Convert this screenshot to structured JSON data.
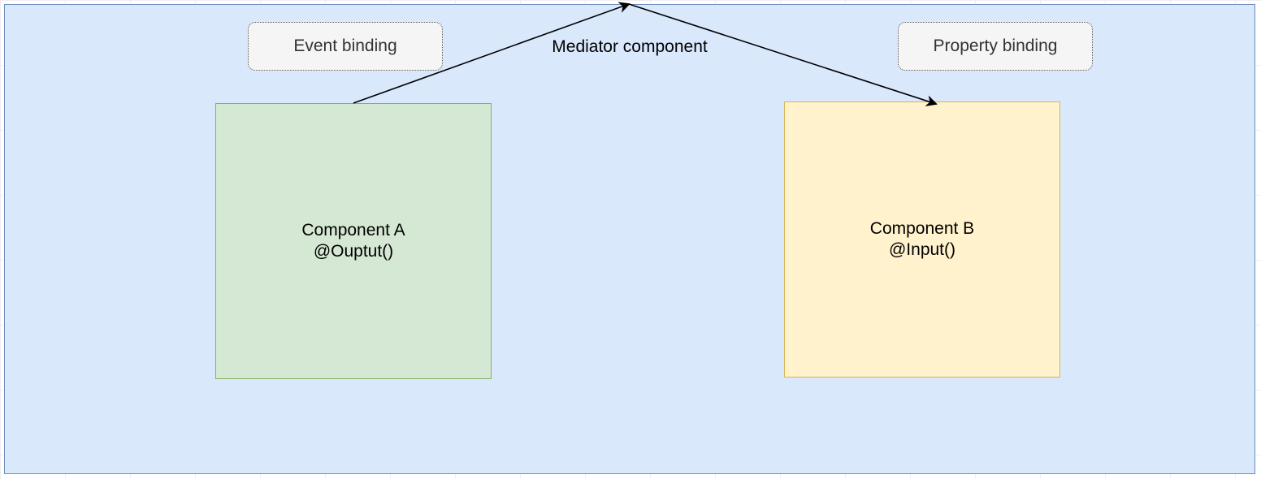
{
  "diagram": {
    "mediator_label": "Mediator component",
    "notes": {
      "event_binding": "Event binding",
      "property_binding": "Property binding"
    },
    "component_a": {
      "name": "Component A",
      "decorator": "@Ouptut()"
    },
    "component_b": {
      "name": "Component B",
      "decorator": "@Input()"
    },
    "edges": [
      {
        "from": "component_a",
        "to": "mediator",
        "label": "Event binding"
      },
      {
        "from": "mediator",
        "to": "component_b",
        "label": "Property binding"
      }
    ]
  },
  "colors": {
    "container_fill": "#dae8fc",
    "container_stroke": "#6c8ebf",
    "component_a_fill": "#d5e8d4",
    "component_a_stroke": "#82b366",
    "component_b_fill": "#fff2cc",
    "component_b_stroke": "#d6b656",
    "note_fill": "#f5f5f5",
    "note_text": "#333333",
    "arrow": "#000000"
  }
}
